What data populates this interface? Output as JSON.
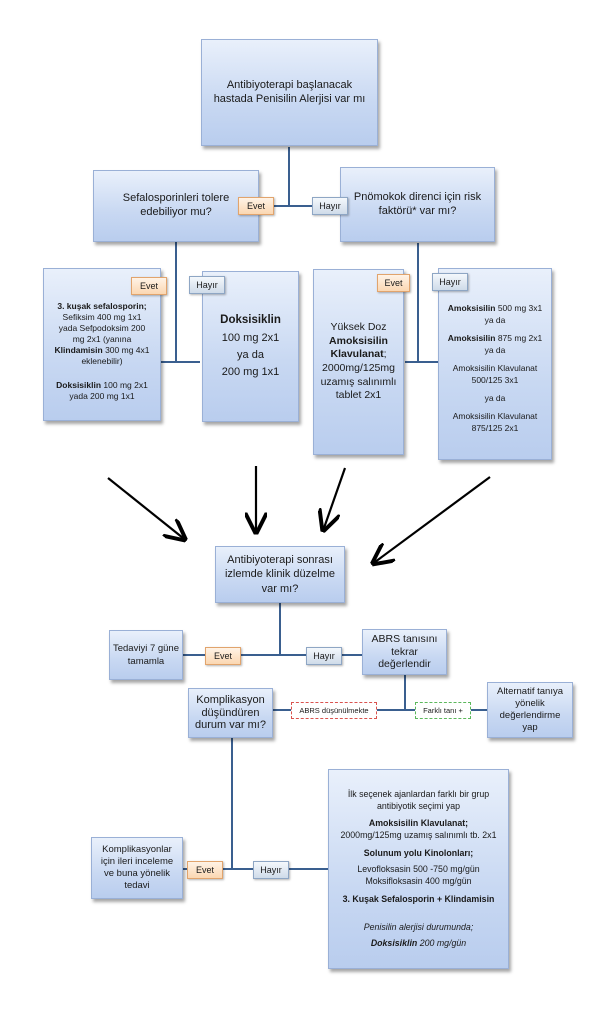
{
  "q1": {
    "line1": "Antibiyoterapi başlanacak",
    "line2": "hastada Penisilin Alerjisi var mı"
  },
  "q2": {
    "line1": "Sefalosporinleri tolere",
    "line2": "edebiliyor mu?"
  },
  "q3": {
    "line1": "Pnömokok direnci için risk",
    "line2": "faktörü* var mı?"
  },
  "labels": {
    "evet": "Evet",
    "hayir": "Hayır"
  },
  "opt_cephalo": {
    "l1_b": "3. kuşak sefalosporin;",
    "l2": "Sefiksim 400 mg 1x1",
    "l3": "yada Sefpodoksim 200",
    "l4": "mg 2x1 (yanına",
    "l5_b": "Klindamisin",
    "l5": " 300 mg 4x1",
    "l6": "eklenebilir)",
    "l7_b": "Doksisiklin",
    "l7": " 100 mg 2x1",
    "l8": "yada 200 mg 1x1"
  },
  "opt_doxy": {
    "title": "Doksisiklin",
    "l1": "100 mg 2x1",
    "l2": "ya da",
    "l3": "200 mg 1x1"
  },
  "opt_highdose": {
    "l1": "Yüksek Doz",
    "l2_b": "Amoksisilin",
    "l3_b": "Klavulanat",
    "l3": ";",
    "l4": "2000mg/125mg",
    "l5": "uzamış salınımlı",
    "l6": "tablet 2x1"
  },
  "opt_amox": {
    "l1_b": "Amoksisilin",
    "l1": " 500 mg 3x1",
    "l2": "ya da",
    "l3_b": "Amoksisilin",
    "l3": " 875 mg 2x1",
    "l4": "ya da",
    "l5": "Amoksisilin Klavulanat",
    "l6": "500/125 3x1",
    "l7": "ya da",
    "l8": "Amoksisilin Klavulanat",
    "l9": "875/125 2x1"
  },
  "q4": {
    "line1": "Antibiyoterapi sonrası",
    "line2": "izlemde klinik düzelme",
    "line3": "var mı?"
  },
  "treat7": {
    "line1": "Tedaviyi 7 güne",
    "line2": "tamamla"
  },
  "abrs": {
    "line1": "ABRS tanısını",
    "line2": "tekrar",
    "line3": "değerlendir"
  },
  "q5": {
    "line1": "Komplikasyon",
    "line2": "düşündüren",
    "line3": "durum var mı?"
  },
  "abrs_excluded": "ABRS düşünülmekte",
  "diff_dx": "Farklı tanı +",
  "alt_dx": {
    "line1": "Alternatif tanıya",
    "line2": "yönelik",
    "line3": "değerlendirme",
    "line4": "yap"
  },
  "complications": {
    "line1": "Komplikasyonlar",
    "line2": "için ileri inceleme",
    "line3": "ve buna yönelik",
    "line4": "tedavi"
  },
  "second_line": {
    "l1": "İlk seçenek ajanlardan farklı bir grup",
    "l2": "antibiyotik seçimi yap",
    "l3_b": "Amoksisilin Klavulanat;",
    "l4": "2000mg/125mg uzamış salınımlı tb. 2x1",
    "l5_b": "Solunum yolu Kinolonları;",
    "l6": "Levofloksasin 500 -750 mg/gün",
    "l7": "Moksifloksasin 400 mg/gün",
    "l8_b": "3. Kuşak Sefalosporin + Klindamisin",
    "l9_i": "Penisilin alerjisi durumunda;",
    "l10_bi": "Doksisiklin",
    "l10_i": " 200 mg/gün"
  }
}
